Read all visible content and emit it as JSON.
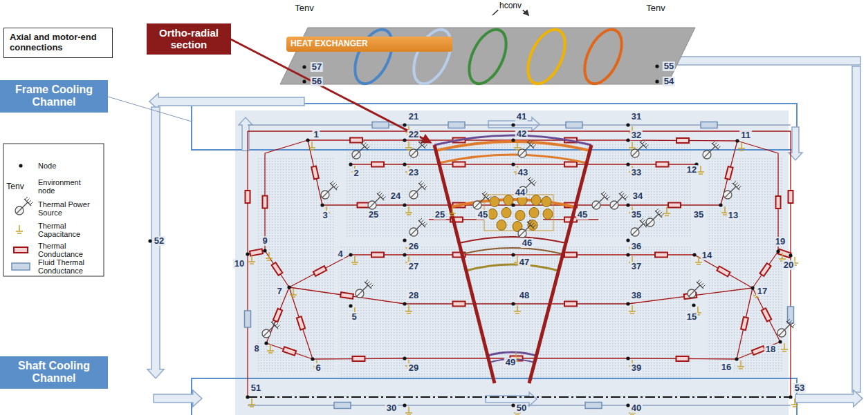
{
  "diagram": {
    "nodes": [
      {
        "text": [
          "Axial and motor-end connections"
        ]
      },
      {
        "text": [
          "Ortho-radial section"
        ]
      },
      {
        "text": [
          "HEAT EXCHANGER"
        ]
      },
      {
        "text": [
          "Frame Cooling Channel"
        ]
      },
      {
        "text": [
          "Shaft Cooling Channel"
        ]
      }
    ],
    "labels": [
      "Tenv",
      "hconv",
      "Tenv",
      "57",
      "55",
      "56",
      "54",
      "21",
      "41",
      "31",
      "1",
      "22",
      "42",
      "32",
      "11",
      "2",
      "23",
      "43",
      "33",
      "12",
      "3",
      "24",
      "25",
      "25",
      "44",
      "45",
      "45",
      "35",
      "34",
      "35",
      "13",
      "26",
      "36",
      "52",
      "9",
      "19",
      "10",
      "20",
      "4",
      "27",
      "47",
      "37",
      "14",
      "7",
      "17",
      "28",
      "48",
      "38",
      "5",
      "15",
      "8",
      "18",
      "6",
      "29",
      "39",
      "16",
      "49",
      "46",
      "51",
      "53",
      "30",
      "50",
      "40",
      "Tenv"
    ],
    "legend": [
      {
        "text": "Node"
      },
      {
        "text": "Environment node"
      },
      {
        "text": "Thermal Power Source"
      },
      {
        "text": "Thermal Capacitance"
      },
      {
        "text": "Thermal Conductance"
      },
      {
        "text": "Fluid Thermal Conductance"
      }
    ]
  }
}
